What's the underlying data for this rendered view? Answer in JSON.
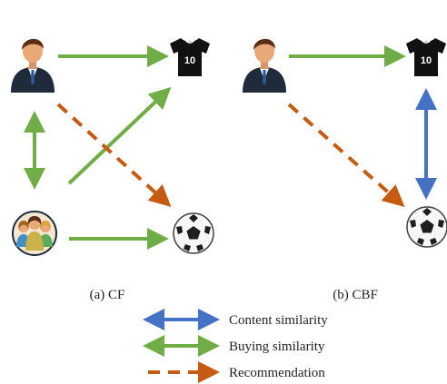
{
  "panels": [
    {
      "caption": "(a) CF"
    },
    {
      "caption": "(b) CBF"
    }
  ],
  "jersey_number": "10",
  "legend": [
    {
      "label": "Content similarity",
      "color": "#4472c4",
      "style": "double-arrow"
    },
    {
      "label": "Buying similarity",
      "color": "#70ad47",
      "style": "double-arrow"
    },
    {
      "label": "Recommendation",
      "color": "#c55a11",
      "style": "dashed-arrow"
    }
  ],
  "colors": {
    "content": "#4472c4",
    "buying": "#70ad47",
    "recommendation": "#c55a11"
  },
  "icons": [
    "user-icon",
    "user-group-icon",
    "jersey-icon",
    "soccer-ball-icon"
  ]
}
